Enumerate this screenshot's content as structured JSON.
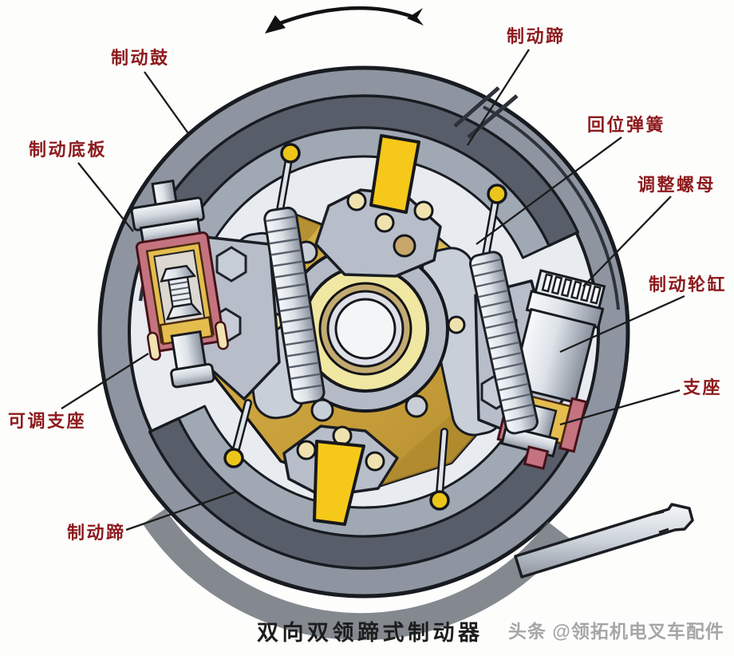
{
  "diagram": {
    "caption": "双向双领蹄式制动器",
    "watermark": "头条 @领拓机电叉车配件",
    "rotation_arrow": "counterclockwise",
    "type": "drum-brake-cross-section"
  },
  "labels": [
    {
      "id": "brake-drum",
      "text": "制动鼓"
    },
    {
      "id": "backing-plate",
      "text": "制动底板"
    },
    {
      "id": "adjustable-anchor",
      "text": "可调支座"
    },
    {
      "id": "brake-shoe-lower",
      "text": "制动蹄"
    },
    {
      "id": "brake-shoe-upper",
      "text": "制动蹄"
    },
    {
      "id": "return-spring",
      "text": "回位弹簧"
    },
    {
      "id": "adjusting-nut",
      "text": "调整螺母"
    },
    {
      "id": "wheel-cylinder",
      "text": "制动轮缸"
    },
    {
      "id": "anchor-bracket",
      "text": "支座"
    }
  ],
  "colors": {
    "label_text": "#8c1a1d",
    "caption_text": "#1d1d1d",
    "watermark_text": "#a6a6a6",
    "drum_ring": "#8e95a1",
    "drum_interior": "#e8ebf0",
    "shoe_lining_dark": "#585e69",
    "shoe_rim_mid": "#a0a8b4",
    "shoe_web_gold": "#c89f3a",
    "hub_cream": "#f0e7a2",
    "hub_tan": "#c3ab72",
    "bracket_gray": "#b7bec9",
    "anchor_pink": "#c4737f",
    "trim_yellow": "#e4bd4e",
    "wedge_yellow": "#f6c81a",
    "metal_silver": "#dde2e8"
  }
}
